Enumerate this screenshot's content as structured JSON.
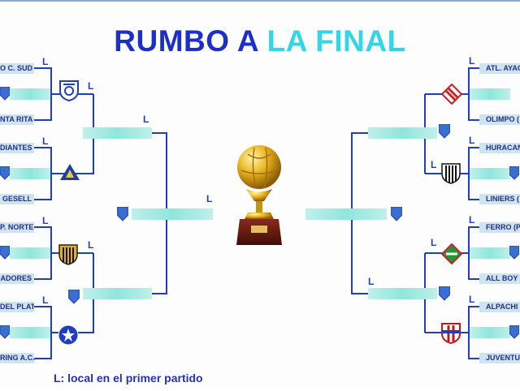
{
  "title": {
    "part1": "RUMBO A",
    "part2": "LA FINAL"
  },
  "legend": "L: local en el primer partido",
  "local_mark": "L",
  "left_teams": [
    "O C. SUD",
    "NTA RITA",
    "DIANTES",
    "GESELL",
    "P. NORTE",
    "ADORES",
    "DEL PLATA",
    "RING A.C."
  ],
  "right_teams": [
    "ATL. AYAC",
    "OLIMPO (",
    "HURACAN",
    "LINIERS (",
    "FERRO (P",
    "ALL BOY",
    "ALPACHI",
    "JUVENTU"
  ],
  "colors": {
    "title_blue": "#1d2fc9",
    "title_cyan": "#33d6e6",
    "lines": "#1f3fbf",
    "slot": "#8fe6dc"
  }
}
